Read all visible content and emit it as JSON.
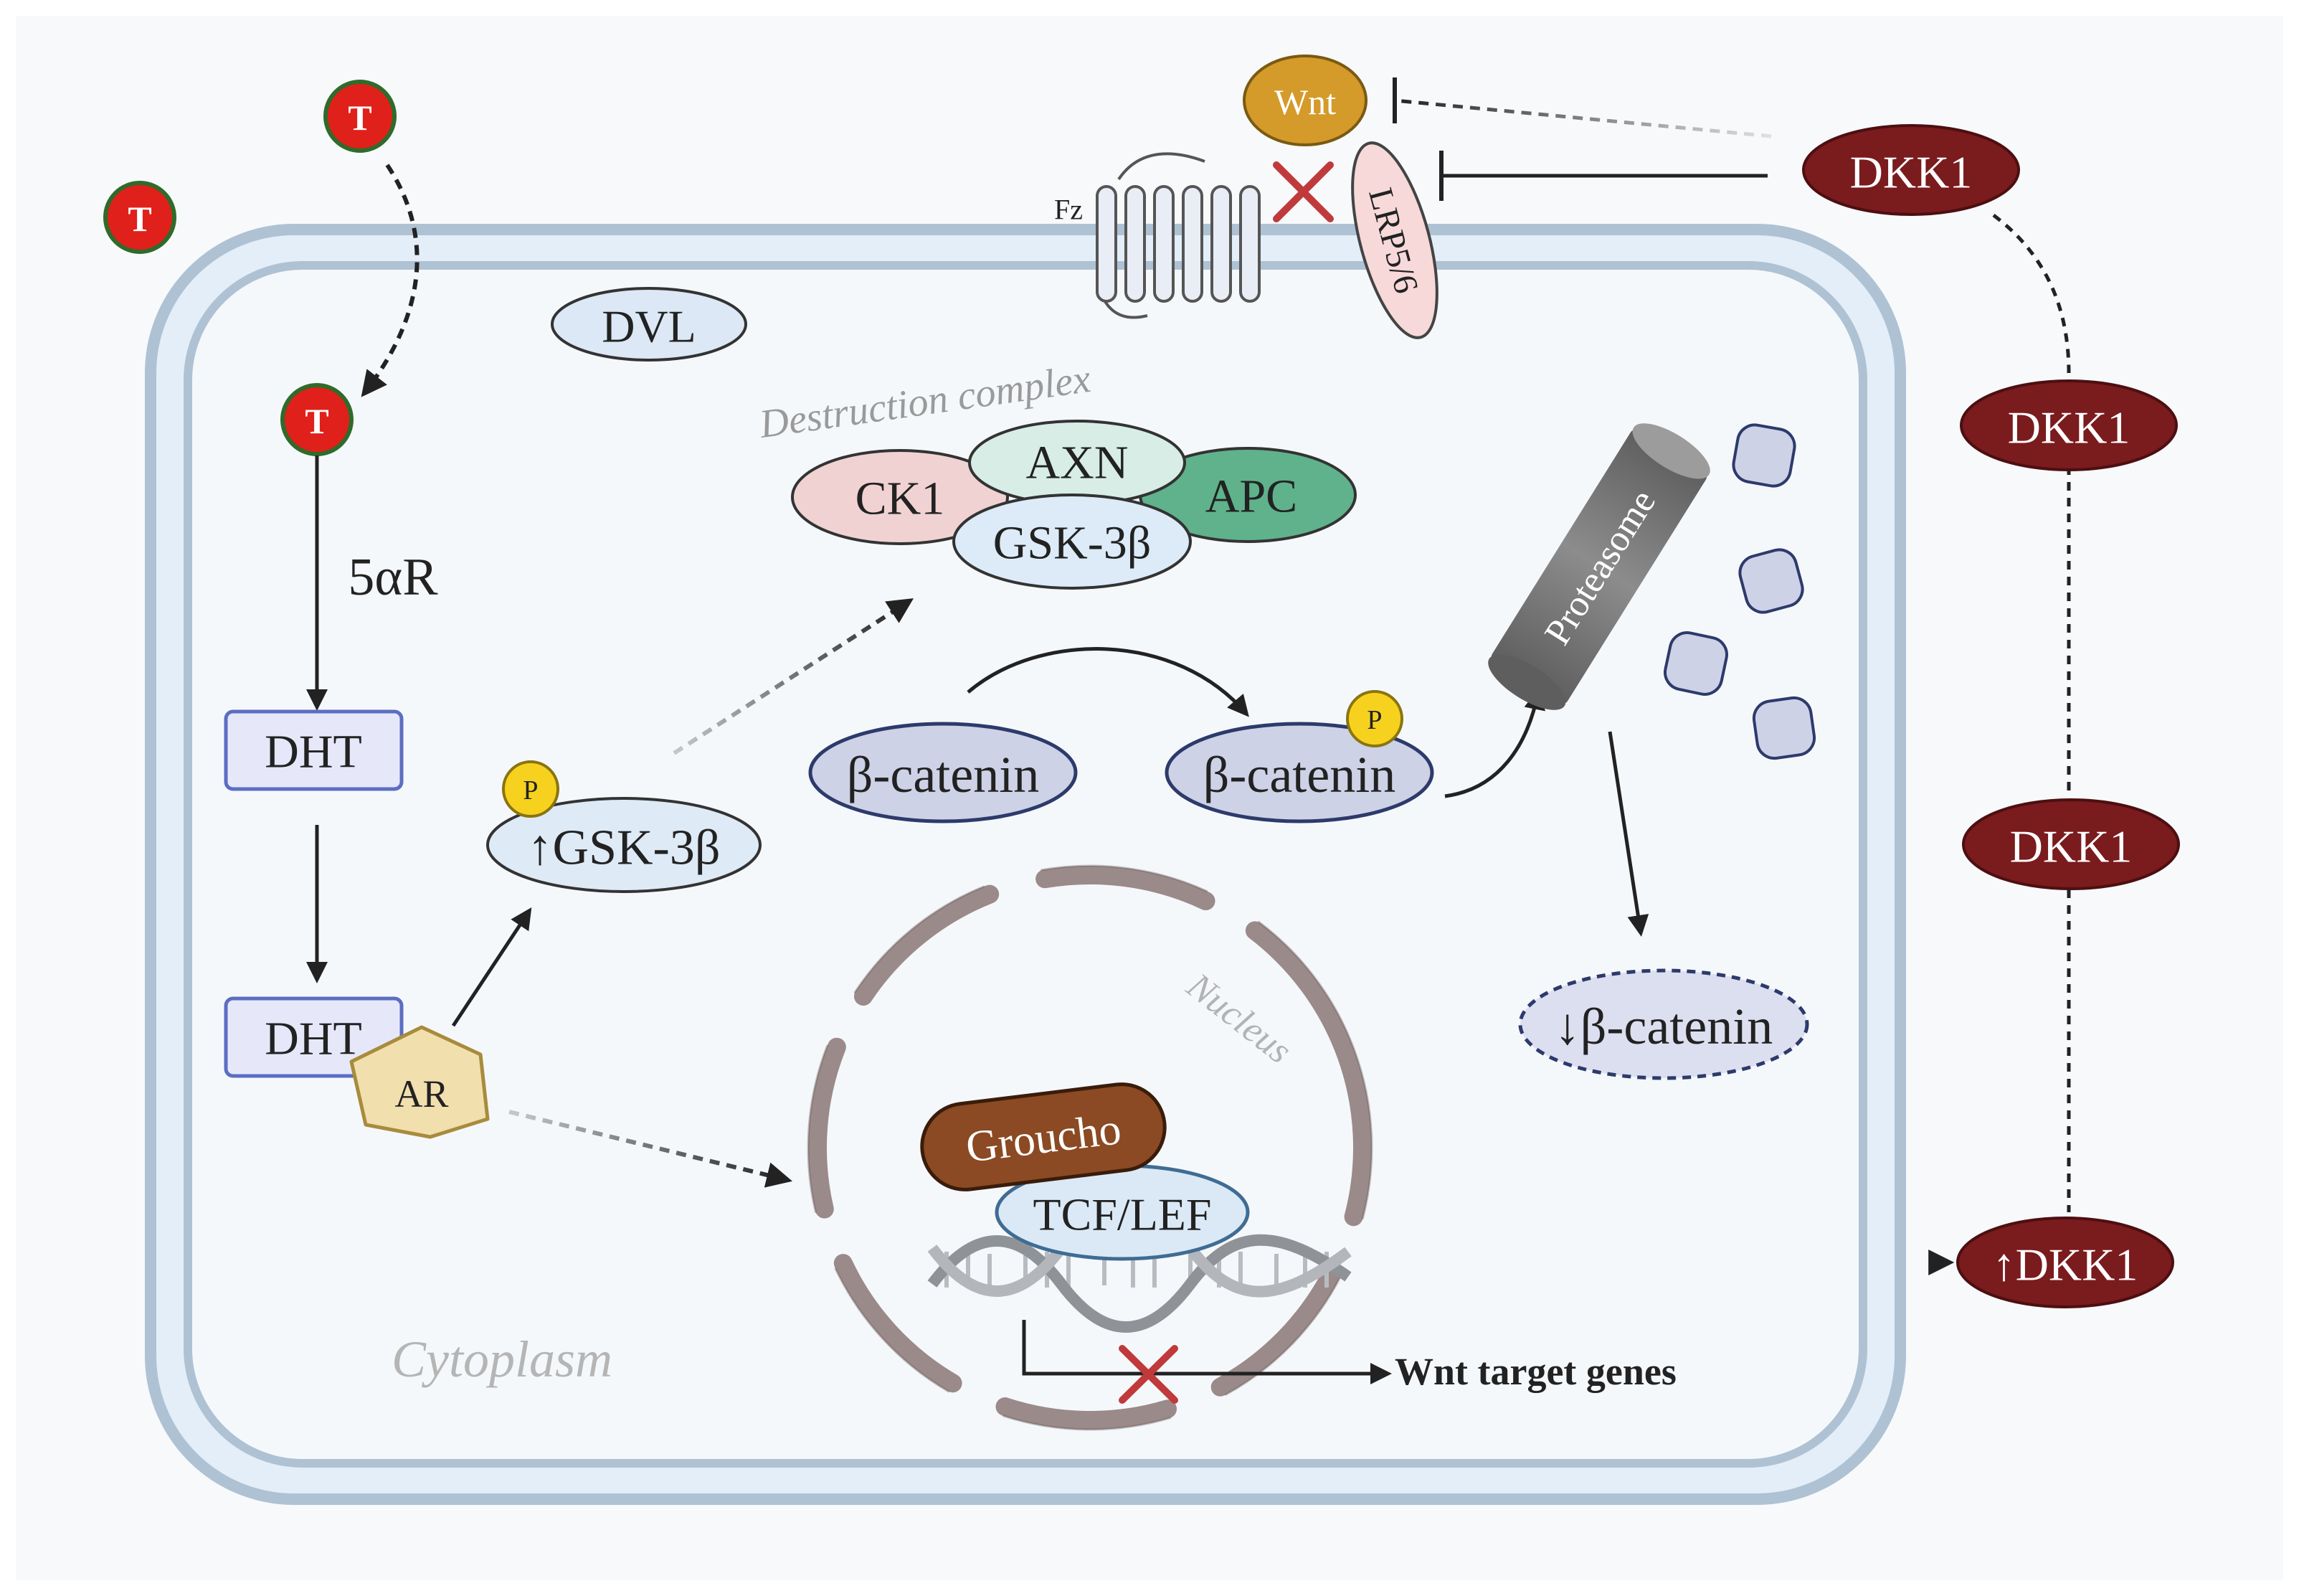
{
  "labels": {
    "dvl": "DVL",
    "fz": "Fz",
    "wnt": "Wnt",
    "lrp": "LRP5/6",
    "dkk1": "DKK1",
    "dkk1_up": "↑DKK1",
    "t": "T",
    "five_alpha_r": "5αR",
    "dht": "DHT",
    "ar": "AR",
    "p": "P",
    "gsk_up": "↑GSK-3β",
    "destruction_complex": "Destruction complex",
    "ck1": "CK1",
    "axn": "AXN",
    "apc": "APC",
    "gsk": "GSK-3β",
    "beta_catenin": "β-catenin",
    "beta_catenin_down": "↓β-catenin",
    "proteasome": "Proteasome",
    "nucleus": "Nucleus",
    "groucho": "Groucho",
    "tcf_lef": "TCF/LEF",
    "wnt_target_genes": "Wnt target genes",
    "cytoplasm": "Cytoplasm"
  },
  "colors": {
    "dkk1": "#7a1b1e",
    "t_molecule": "#e0201b",
    "wnt": "#d49a2a",
    "lrp": "#f7d9d9",
    "dht": "#e6e8fa",
    "ar": "#f1dfae",
    "phospho": "#f6d21e",
    "gsk_up": "#deeaf6",
    "ck1": "#f1d2d2",
    "axn": "#d7ede6",
    "apc": "#5fb28c",
    "gsk_complex": "#dcebf7",
    "beta_catenin": "#cdd2e6",
    "proteasome": "#7c7c7c",
    "nucleus_envelope": "#9b8a8a",
    "groucho": "#8b4a23",
    "tcf_lef": "#dbe9f6",
    "inhibit_x": "#c0393b",
    "membrane": "#c9d8e6",
    "cytoplasm_fill": "#f6f9fc"
  }
}
